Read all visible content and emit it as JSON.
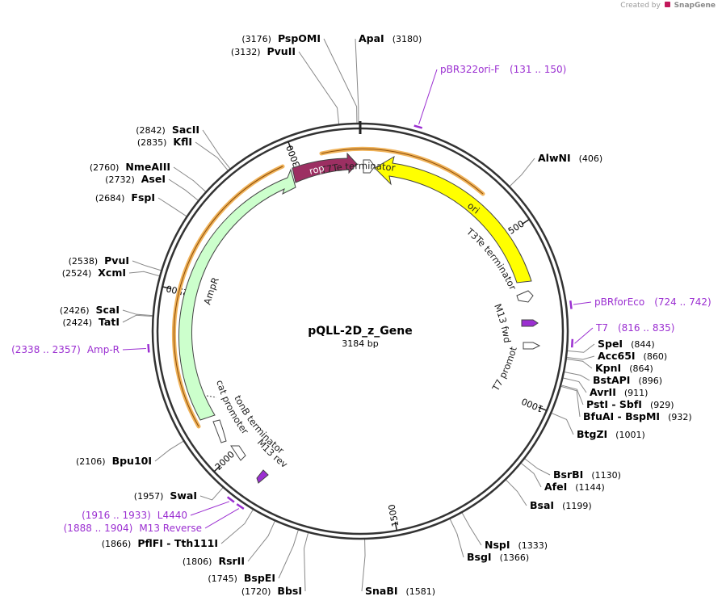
{
  "header": {
    "credit_prefix": "Created by",
    "credit_brand": "SnapGene"
  },
  "plasmid": {
    "name": "pQLL-2D_z_Gene",
    "size_label": "3184 bp",
    "length": 3184
  },
  "ticks": [
    {
      "pos": 500,
      "label": "500"
    },
    {
      "pos": 1000,
      "label": "1000"
    },
    {
      "pos": 1500,
      "label": "1500"
    },
    {
      "pos": 2000,
      "label": "2000"
    },
    {
      "pos": 2500,
      "label": "2500"
    },
    {
      "pos": 3000,
      "label": "3000"
    }
  ],
  "sites": [
    {
      "name": "PspOMI",
      "pos": 3176,
      "pos_label": "(3176)",
      "side": "left"
    },
    {
      "name": "PvuII",
      "pos": 3132,
      "pos_label": "(3132)",
      "side": "left"
    },
    {
      "name": "ApaI",
      "pos": 3180,
      "pos_label": "(3180)",
      "side": "right"
    },
    {
      "name": "AlwNI",
      "pos": 406,
      "pos_label": "(406)",
      "side": "right"
    },
    {
      "name": "SpeI",
      "pos": 844,
      "pos_label": "(844)",
      "side": "right"
    },
    {
      "name": "Acc65I",
      "pos": 860,
      "pos_label": "(860)",
      "side": "right"
    },
    {
      "name": "KpnI",
      "pos": 864,
      "pos_label": "(864)",
      "side": "right"
    },
    {
      "name": "BstAPI",
      "pos": 896,
      "pos_label": "(896)",
      "side": "right"
    },
    {
      "name": "AvrII",
      "pos": 911,
      "pos_label": "(911)",
      "side": "right"
    },
    {
      "name": "PstI - SbfI",
      "pos": 929,
      "pos_label": "(929)",
      "side": "right"
    },
    {
      "name": "BfuAI - BspMI",
      "pos": 932,
      "pos_label": "(932)",
      "side": "right"
    },
    {
      "name": "BtgZI",
      "pos": 1001,
      "pos_label": "(1001)",
      "side": "right"
    },
    {
      "name": "BsrBI",
      "pos": 1130,
      "pos_label": "(1130)",
      "side": "right"
    },
    {
      "name": "AfeI",
      "pos": 1144,
      "pos_label": "(1144)",
      "side": "right"
    },
    {
      "name": "BsaI",
      "pos": 1199,
      "pos_label": "(1199)",
      "side": "right"
    },
    {
      "name": "NspI",
      "pos": 1333,
      "pos_label": "(1333)",
      "side": "right"
    },
    {
      "name": "BsgI",
      "pos": 1366,
      "pos_label": "(1366)",
      "side": "right"
    },
    {
      "name": "SnaBI",
      "pos": 1581,
      "pos_label": "(1581)",
      "side": "right"
    },
    {
      "name": "BbsI",
      "pos": 1720,
      "pos_label": "(1720)",
      "side": "left"
    },
    {
      "name": "BspEI",
      "pos": 1745,
      "pos_label": "(1745)",
      "side": "left"
    },
    {
      "name": "RsrII",
      "pos": 1806,
      "pos_label": "(1806)",
      "side": "left"
    },
    {
      "name": "PflFI - Tth111I",
      "pos": 1866,
      "pos_label": "(1866)",
      "side": "left"
    },
    {
      "name": "SwaI",
      "pos": 1957,
      "pos_label": "(1957)",
      "side": "left"
    },
    {
      "name": "Bpu10I",
      "pos": 2106,
      "pos_label": "(2106)",
      "side": "left"
    },
    {
      "name": "TatI",
      "pos": 2424,
      "pos_label": "(2424)",
      "side": "left"
    },
    {
      "name": "ScaI",
      "pos": 2426,
      "pos_label": "(2426)",
      "side": "left"
    },
    {
      "name": "XcmI",
      "pos": 2524,
      "pos_label": "(2524)",
      "side": "left"
    },
    {
      "name": "PvuI",
      "pos": 2538,
      "pos_label": "(2538)",
      "side": "left"
    },
    {
      "name": "FspI",
      "pos": 2684,
      "pos_label": "(2684)",
      "side": "left"
    },
    {
      "name": "AseI",
      "pos": 2732,
      "pos_label": "(2732)",
      "side": "left"
    },
    {
      "name": "NmeAIII",
      "pos": 2760,
      "pos_label": "(2760)",
      "side": "left"
    },
    {
      "name": "KflI",
      "pos": 2835,
      "pos_label": "(2835)",
      "side": "left"
    },
    {
      "name": "SacII",
      "pos": 2842,
      "pos_label": "(2842)",
      "side": "left"
    }
  ],
  "primers": [
    {
      "name": "pBR322ori-F",
      "range": "(131 .. 150)",
      "pos": 140,
      "side": "right"
    },
    {
      "name": "pBRforEco",
      "range": "(724 .. 742)",
      "pos": 733,
      "side": "right"
    },
    {
      "name": "T7",
      "range": "(816 .. 835)",
      "pos": 825,
      "side": "right"
    },
    {
      "name": "Amp-R",
      "range": "(2338 .. 2357)",
      "pos": 2347,
      "side": "left"
    },
    {
      "name": "L4440",
      "range": "(1916 .. 1933)",
      "pos": 1924,
      "side": "left"
    },
    {
      "name": "M13 Reverse",
      "range": "(1888 .. 1904)",
      "pos": 1896,
      "side": "left"
    }
  ],
  "features": [
    {
      "name": "rop",
      "label": "rop",
      "type": "cds",
      "color": "#9c2f62"
    },
    {
      "name": "ori",
      "label": "ori",
      "type": "origin",
      "color": "#ffff00"
    },
    {
      "name": "AmpR",
      "label": "AmpR",
      "type": "cds",
      "color": "#ccffcc"
    },
    {
      "name": "T7Te terminator",
      "label": "T7Te terminator",
      "type": "terminator",
      "color": "#ffffff"
    },
    {
      "name": "T3Te terminator",
      "label": "T3Te terminator",
      "type": "terminator",
      "color": "#ffffff"
    },
    {
      "name": "M13 fwd",
      "label": "M13 fwd",
      "type": "primer_bind",
      "color": "#9b2fd1"
    },
    {
      "name": "T7 promoter",
      "label": "T7 promoter",
      "type": "promoter",
      "color": "#ffffff"
    },
    {
      "name": "cat promoter",
      "label": "cat promoter",
      "type": "promoter",
      "color": "#ffffff"
    },
    {
      "name": "tonB terminator",
      "label": "tonB terminator",
      "type": "terminator",
      "color": "#ffffff"
    },
    {
      "name": "M13 rev",
      "label": "M13 rev",
      "type": "primer_bind",
      "color": "#9b2fd1"
    }
  ],
  "colors": {
    "backbone": "#333333",
    "primer": "#9b2fd1",
    "orf_highlight": "#f0b35a",
    "brand": "#c2185b"
  }
}
